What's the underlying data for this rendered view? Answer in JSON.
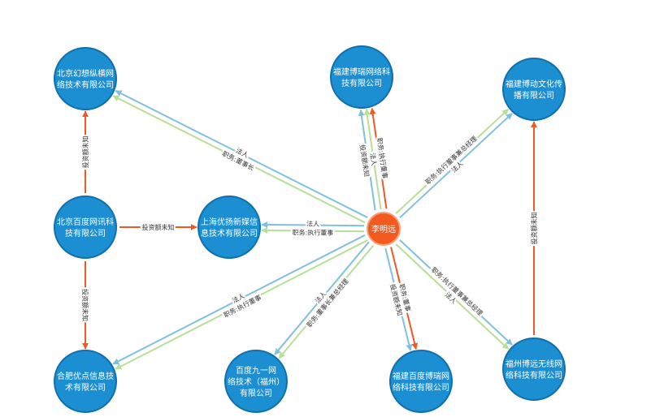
{
  "colors": {
    "legal_rep": "#b9de97",
    "position": "#7fc0dd",
    "investment": "#ee5a24",
    "company_fill": "#1b8fd1",
    "company_stroke": "#0f6fae",
    "person_fill": "#f25a1f"
  },
  "nodes": [
    {
      "id": "person",
      "type": "person",
      "lines": [
        "李明远"
      ]
    },
    {
      "id": "bj_hxzh",
      "type": "company",
      "lines": [
        "北京幻想纵横网",
        "络技术有限公司"
      ]
    },
    {
      "id": "fj_br",
      "type": "company",
      "lines": [
        "福建博瑞网络科",
        "技有限公司"
      ]
    },
    {
      "id": "fj_bd",
      "type": "company",
      "lines": [
        "福建博动文化传",
        "播有限公司"
      ]
    },
    {
      "id": "bj_bdwx",
      "type": "company",
      "lines": [
        "北京百度网讯科",
        "技有限公司"
      ]
    },
    {
      "id": "sh_yy",
      "type": "company",
      "lines": [
        "上海优扬新媒信",
        "息技术有限公司"
      ]
    },
    {
      "id": "hf_yd",
      "type": "company",
      "lines": [
        "合肥优点信息技",
        "术有限公司"
      ]
    },
    {
      "id": "bd_91",
      "type": "company",
      "lines": [
        "百度九一网",
        "络技术（福州）",
        "有限公司"
      ]
    },
    {
      "id": "fj_bdbr",
      "type": "company",
      "lines": [
        "福建百度博瑞网",
        "络科技有限公司"
      ]
    },
    {
      "id": "fz_by",
      "type": "company",
      "lines": [
        "福州博远无线网",
        "络科技有限公司"
      ]
    }
  ],
  "edges": [
    {
      "from": "person",
      "to": "bj_hxzh",
      "kinds": [
        "legal_rep",
        "position"
      ],
      "labels": [
        "法人",
        "职务:董事长"
      ]
    },
    {
      "from": "person",
      "to": "fj_br",
      "kinds": [
        "position",
        "legal_rep",
        "investment"
      ],
      "labels": [
        "职务:执行董事",
        "法人",
        "投资额未知"
      ]
    },
    {
      "from": "person",
      "to": "fj_bd",
      "kinds": [
        "legal_rep",
        "position"
      ],
      "labels": [
        "职务:执行董事兼总经理",
        "法人"
      ]
    },
    {
      "from": "person",
      "to": "sh_yy",
      "kinds": [
        "legal_rep",
        "position"
      ],
      "labels": [
        "法人",
        "职务:执行董事"
      ]
    },
    {
      "from": "person",
      "to": "hf_yd",
      "kinds": [
        "legal_rep",
        "position"
      ],
      "labels": [
        "法人",
        "职务:执行董事"
      ]
    },
    {
      "from": "person",
      "to": "bd_91",
      "kinds": [
        "legal_rep",
        "position"
      ],
      "labels": [
        "法人",
        "职务:董事长兼总经理"
      ]
    },
    {
      "from": "person",
      "to": "fj_bdbr",
      "kinds": [
        "investment",
        "position"
      ],
      "labels": [
        "职务:董事",
        "投资额未知"
      ]
    },
    {
      "from": "person",
      "to": "fz_by",
      "kinds": [
        "position",
        "legal_rep"
      ],
      "labels": [
        "职务:执行董事兼总经理",
        "法人"
      ]
    },
    {
      "from": "bj_bdwx",
      "to": "bj_hxzh",
      "kinds": [
        "investment"
      ],
      "labels": [
        "投资额未知"
      ]
    },
    {
      "from": "bj_bdwx",
      "to": "sh_yy",
      "kinds": [
        "investment"
      ],
      "labels": [
        "投资额未知"
      ]
    },
    {
      "from": "bj_bdwx",
      "to": "hf_yd",
      "kinds": [
        "investment"
      ],
      "labels": [
        "投资额未知"
      ]
    },
    {
      "from": "fz_by",
      "to": "fj_bd",
      "kinds": [
        "investment"
      ],
      "labels": [
        "投资额未知"
      ]
    }
  ]
}
